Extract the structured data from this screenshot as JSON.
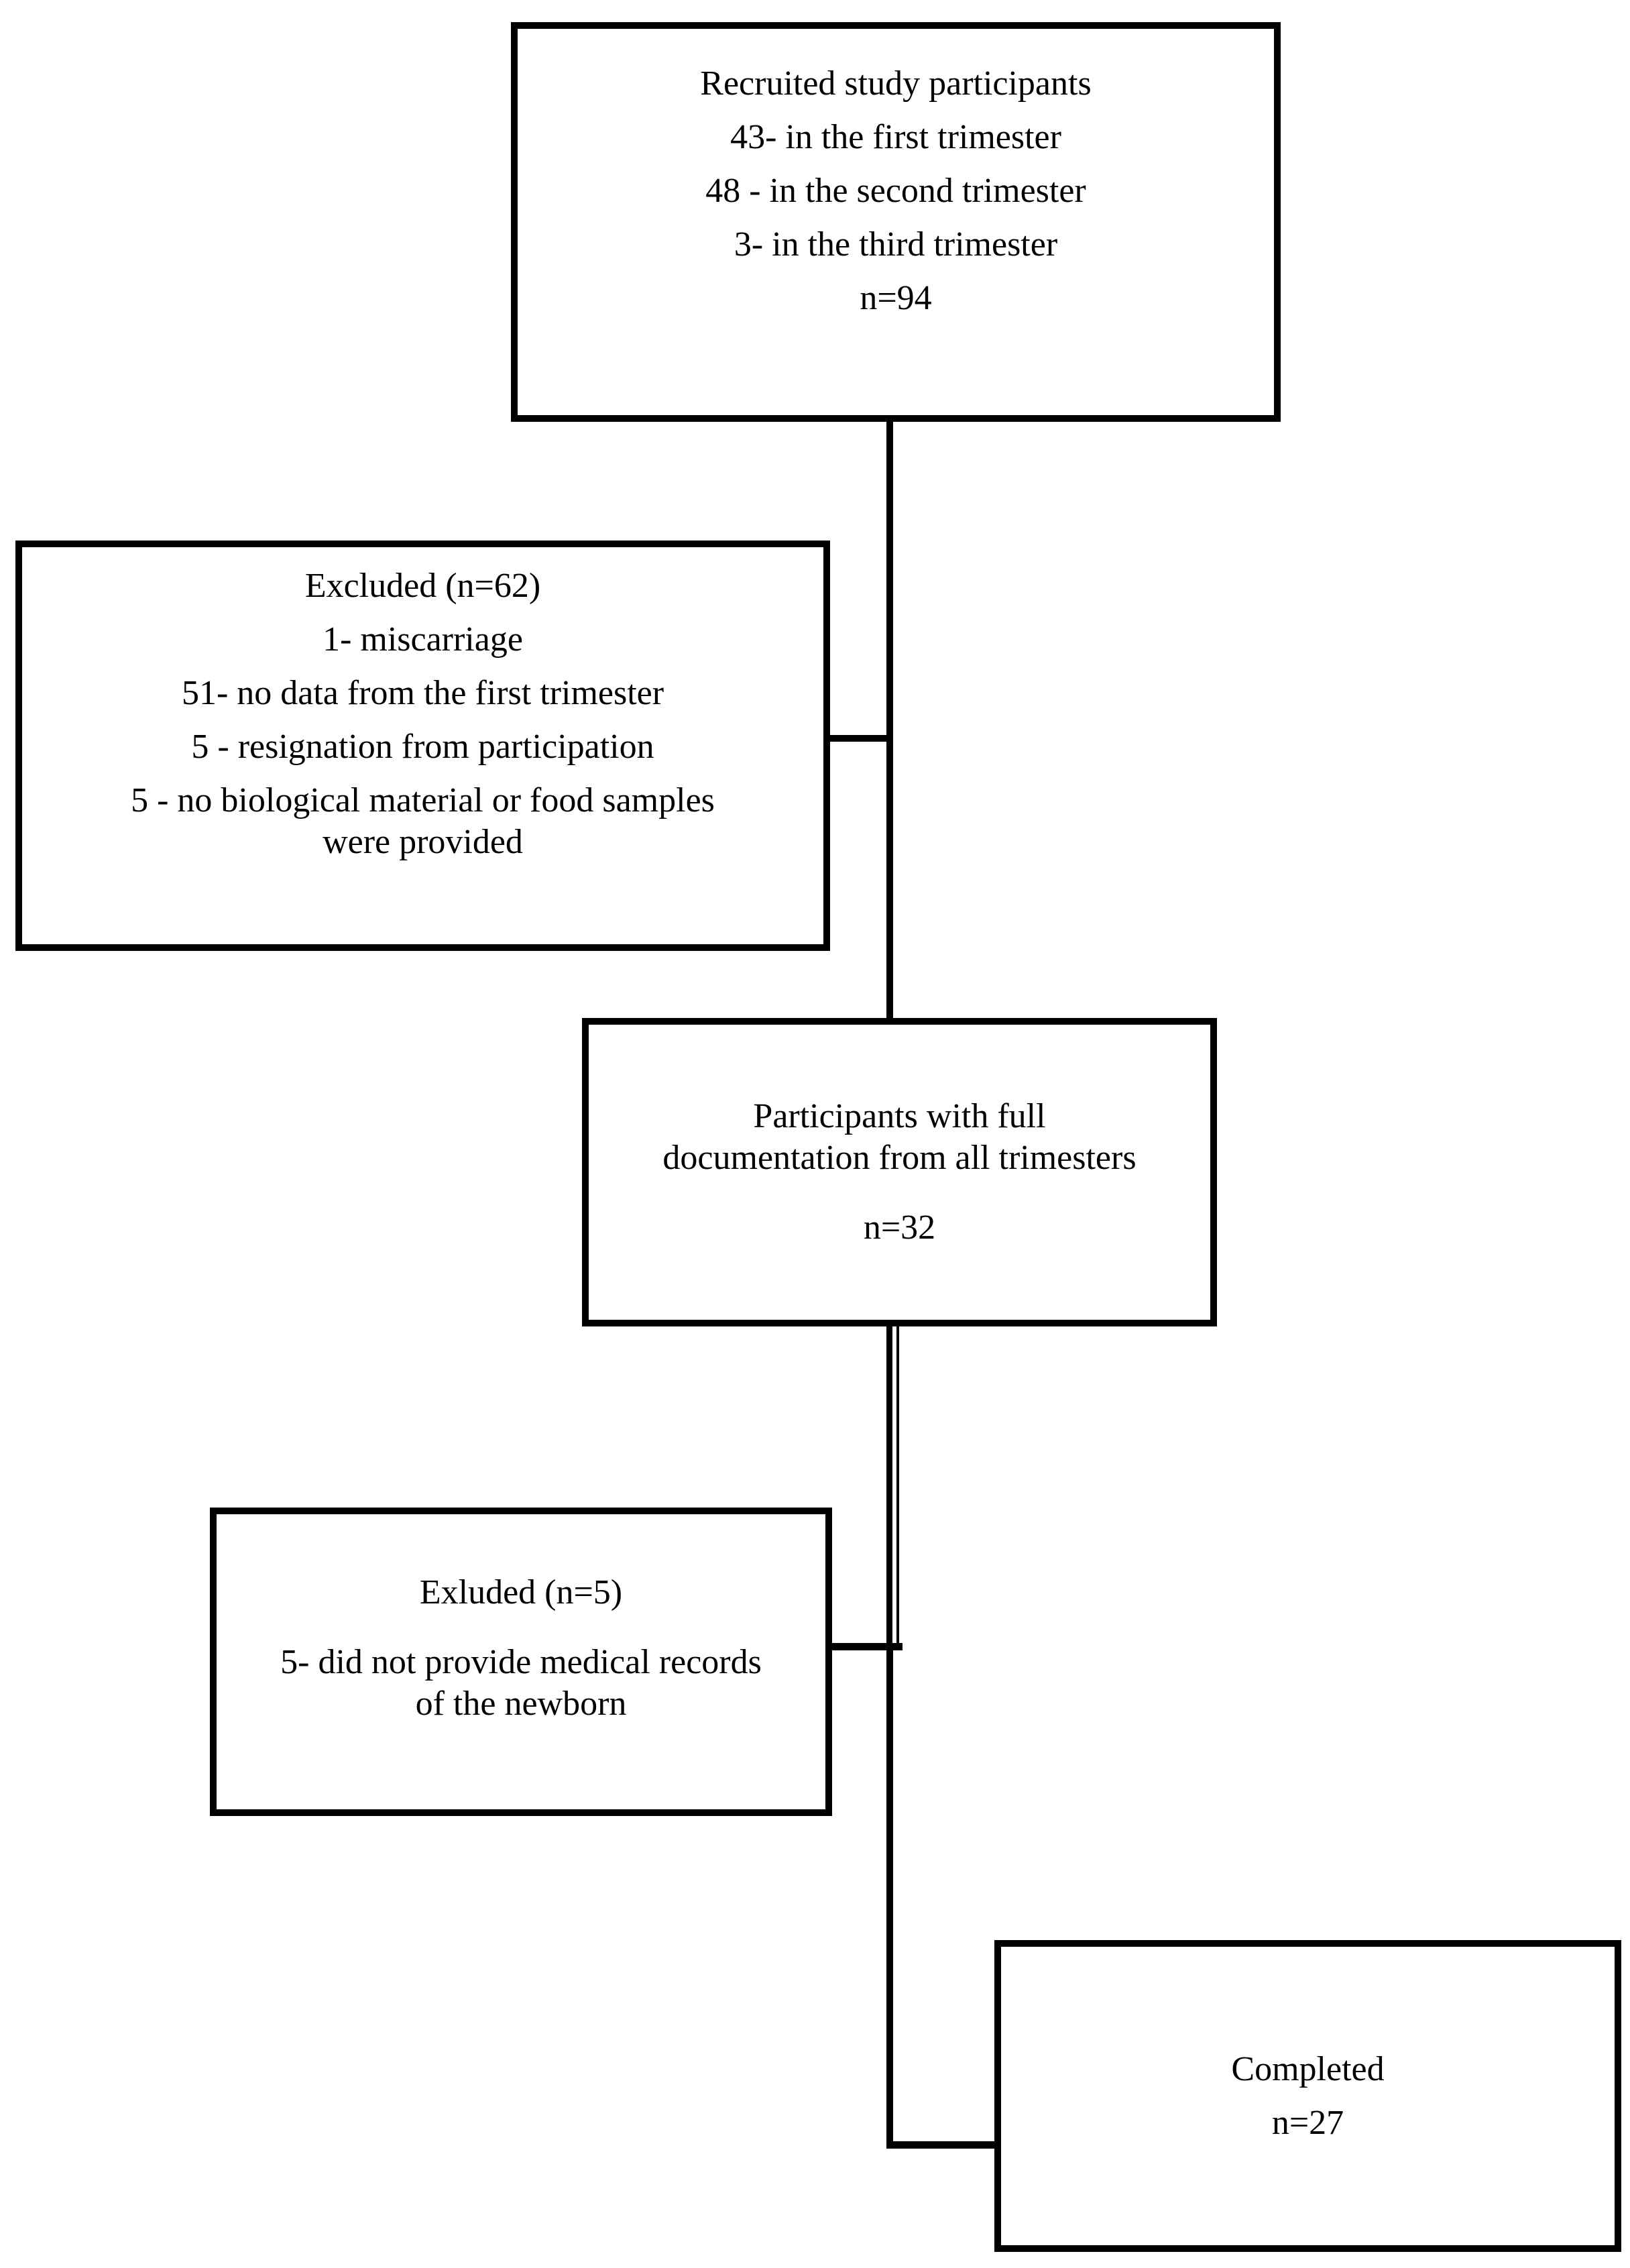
{
  "diagram": {
    "type": "study-flowchart",
    "colors": {
      "border": "#000000",
      "background": "#ffffff",
      "text": "#000000",
      "line": "#000000"
    },
    "boxes": {
      "recruited": {
        "lines": [
          "Recruited study participants",
          "43- in the first trimester",
          "48 - in the second trimester",
          "3- in the third trimester",
          "n=94"
        ]
      },
      "excluded62": {
        "lines": [
          "Excluded (n=62)",
          "1- miscarriage",
          "51- no data from the first trimester",
          "5 - resignation from participation",
          "5 - no biological material or food samples",
          "were provided"
        ]
      },
      "fulldoc": {
        "lines": [
          "Participants with full",
          "documentation from all trimesters",
          "n=32"
        ]
      },
      "excluded5": {
        "lines": [
          "Exluded (n=5)",
          "5- did not provide medical records",
          "of the newborn"
        ]
      },
      "completed": {
        "lines": [
          "Completed",
          "n=27"
        ]
      }
    }
  }
}
